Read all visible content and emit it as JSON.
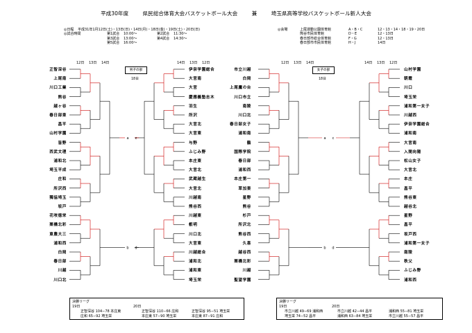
{
  "title": {
    "year": "平成30年度",
    "event1": "県民総合体育大会バスケットボール大会",
    "and": "兼",
    "event2": "埼玉県高等学校バスケットボール新人大会"
  },
  "info": {
    "date_label": "◎日程",
    "date_value": "平成31年1月12日(土)・13日(日)・14日(月)・18日(金)・19日(土)・20日(日)",
    "time_label": "◎試合時間",
    "games": [
      {
        "name": "第1試合",
        "time": "10:00〜"
      },
      {
        "name": "第3試合",
        "time": "13:00〜"
      },
      {
        "name": "第5試合",
        "time": "16:00〜"
      },
      {
        "name": "第2試合",
        "time": "11:30〜"
      },
      {
        "name": "第4試合",
        "time": "14:30〜"
      }
    ],
    "venue_label": "◎会場",
    "venues": [
      {
        "name": "上尾運動公園体育館",
        "codes": "A・B・C",
        "days": "12・13・14・18・19・20日"
      },
      {
        "name": "熊谷市民体育館",
        "codes": "D・E",
        "days": "12・13日"
      },
      {
        "name": "春日部市総合体育館",
        "codes": "F・G",
        "days": "12・13日"
      },
      {
        "name": "春日部市市民体育館",
        "codes": "H・J",
        "days": "14日"
      }
    ]
  },
  "round_labels": [
    "12日",
    "13日",
    "14日"
  ],
  "men_label": "男子の部",
  "women_label": "女子の部",
  "day18": "18日",
  "teams": {
    "men_left": [
      "正智深谷",
      "上尾南",
      "川口工業",
      "熊谷",
      "越ヶ谷",
      "春日部東",
      "昌平",
      "山村学園",
      "皆野",
      "西武文理",
      "浦和北",
      "埼玉平成",
      "庄和",
      "所沢西",
      "獨協埼玉",
      "坂戸",
      "花咲徳栄",
      "栗橋北彩",
      "東農大三",
      "浦和西",
      "白岡",
      "春日部",
      "川越",
      "川口北"
    ],
    "men_right": [
      "伊奈学園総合",
      "大宮南",
      "大宮",
      "慶應義塾志木",
      "羽生",
      "所沢",
      "大宮北",
      "大宮東",
      "与野",
      "ふじみ野",
      "本庄東",
      "大宮北",
      "武蔵越生",
      "大宮北",
      "川越南",
      "熊谷西",
      "川越東",
      "叡明",
      "川口北",
      "大宮東",
      "川越総合",
      "浦和北",
      "浦和東",
      "埼玉栄"
    ],
    "women_left": [
      "市立川越",
      "白岡",
      "上尾鷹の台",
      "川口市立",
      "南陵",
      "川口北",
      "春日部女子",
      "浦和南",
      "鶴",
      "国際学院",
      "春日部",
      "浦和西",
      "本庄第一",
      "草加東",
      "星野",
      "熊谷",
      "杉戸",
      "所沢北",
      "熊谷西",
      "久喜",
      "越谷西",
      "栗橋北彩",
      "川越",
      "聖望学園"
    ],
    "women_right": [
      "山村学園",
      "朝霞",
      "川口",
      "埼玉栄",
      "浦和第一女子",
      "川越西",
      "伊奈学園総合",
      "浦和南",
      "大宮南",
      "入間向陽",
      "松山女子",
      "大宮北",
      "本庄",
      "昌平",
      "熊谷東",
      "越谷北",
      "星野",
      "昌平",
      "坂戸西",
      "浦和第一女子",
      "南陵",
      "秩父",
      "ふじみ野",
      "浦和西"
    ]
  },
  "mid_labels": {
    "men": [
      "a",
      "c",
      "b",
      "d"
    ],
    "women": [
      "a",
      "c",
      "b",
      "d"
    ]
  },
  "finals": {
    "men_title": "決勝リーグ",
    "men_day19": "19日",
    "men_day20": "20日",
    "men_r19": [
      "正智深谷 104−78 本庄東",
      "庄和 65−92 埼玉栄"
    ],
    "men_r20": [
      "正智深谷 110−66 庄和",
      "本庄東 57−90 埼玉栄"
    ],
    "men_r20b": [
      "正智深谷 95−51 埼玉栄",
      "本庄東 87−91 庄和"
    ],
    "women_title": "決勝リーグ",
    "women_day19": "19日",
    "women_day20": "20日",
    "women_r19": [
      "市立川越 49−69 浦和西",
      "埼玉栄 74−52 昌平"
    ],
    "women_r20": [
      "市立川越 42−44 昌平",
      "浦和西 63−84 埼玉栄"
    ],
    "women_r20b": [
      "浦和西 55−81 埼玉栄",
      "市立川越 55−57 昌平"
    ]
  }
}
